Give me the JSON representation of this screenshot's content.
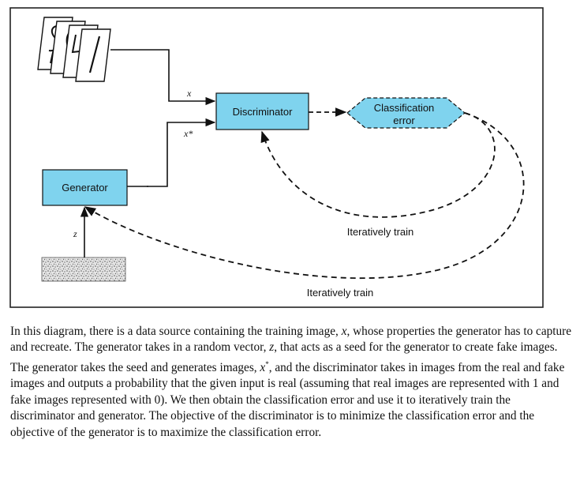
{
  "diagram": {
    "nodes": {
      "discriminator": "Discriminator",
      "classification_error_line1": "Classification",
      "classification_error_line2": "error",
      "generator": "Generator"
    },
    "edge_labels": {
      "real_input": "x",
      "fake_input": "x*",
      "noise": "z",
      "train_discriminator": "Iteratively train",
      "train_generator": "Iteratively train"
    },
    "colors": {
      "box_fill": "#7fd3ee",
      "frame": "#222222",
      "noise_fill": "#cfcfcf"
    },
    "icons": [
      "handwritten-digit-images-icon",
      "noise-texture-icon"
    ]
  },
  "caption": {
    "p1": "In this diagram, there is a data source containing the training image, ",
    "v1": "x",
    "p2": ", whose properties the generator has to capture and recreate. The generator takes in a random vector, ",
    "v2": "z",
    "p3": ", that acts as a seed for the generator to create fake images. The generator takes the seed and generates images, ",
    "v3": "x",
    "v3_sup": "*",
    "p4": ", and the discriminator takes in images from the real and fake images and outputs a probability that the given input is real (assuming that real images are represented with 1 and fake images represented with 0). We then obtain the classification error and use it to iteratively train the discriminator and generator. The objective of the discriminator is to minimize the classification error and the objective of the generator is to maximize the classification error."
  }
}
